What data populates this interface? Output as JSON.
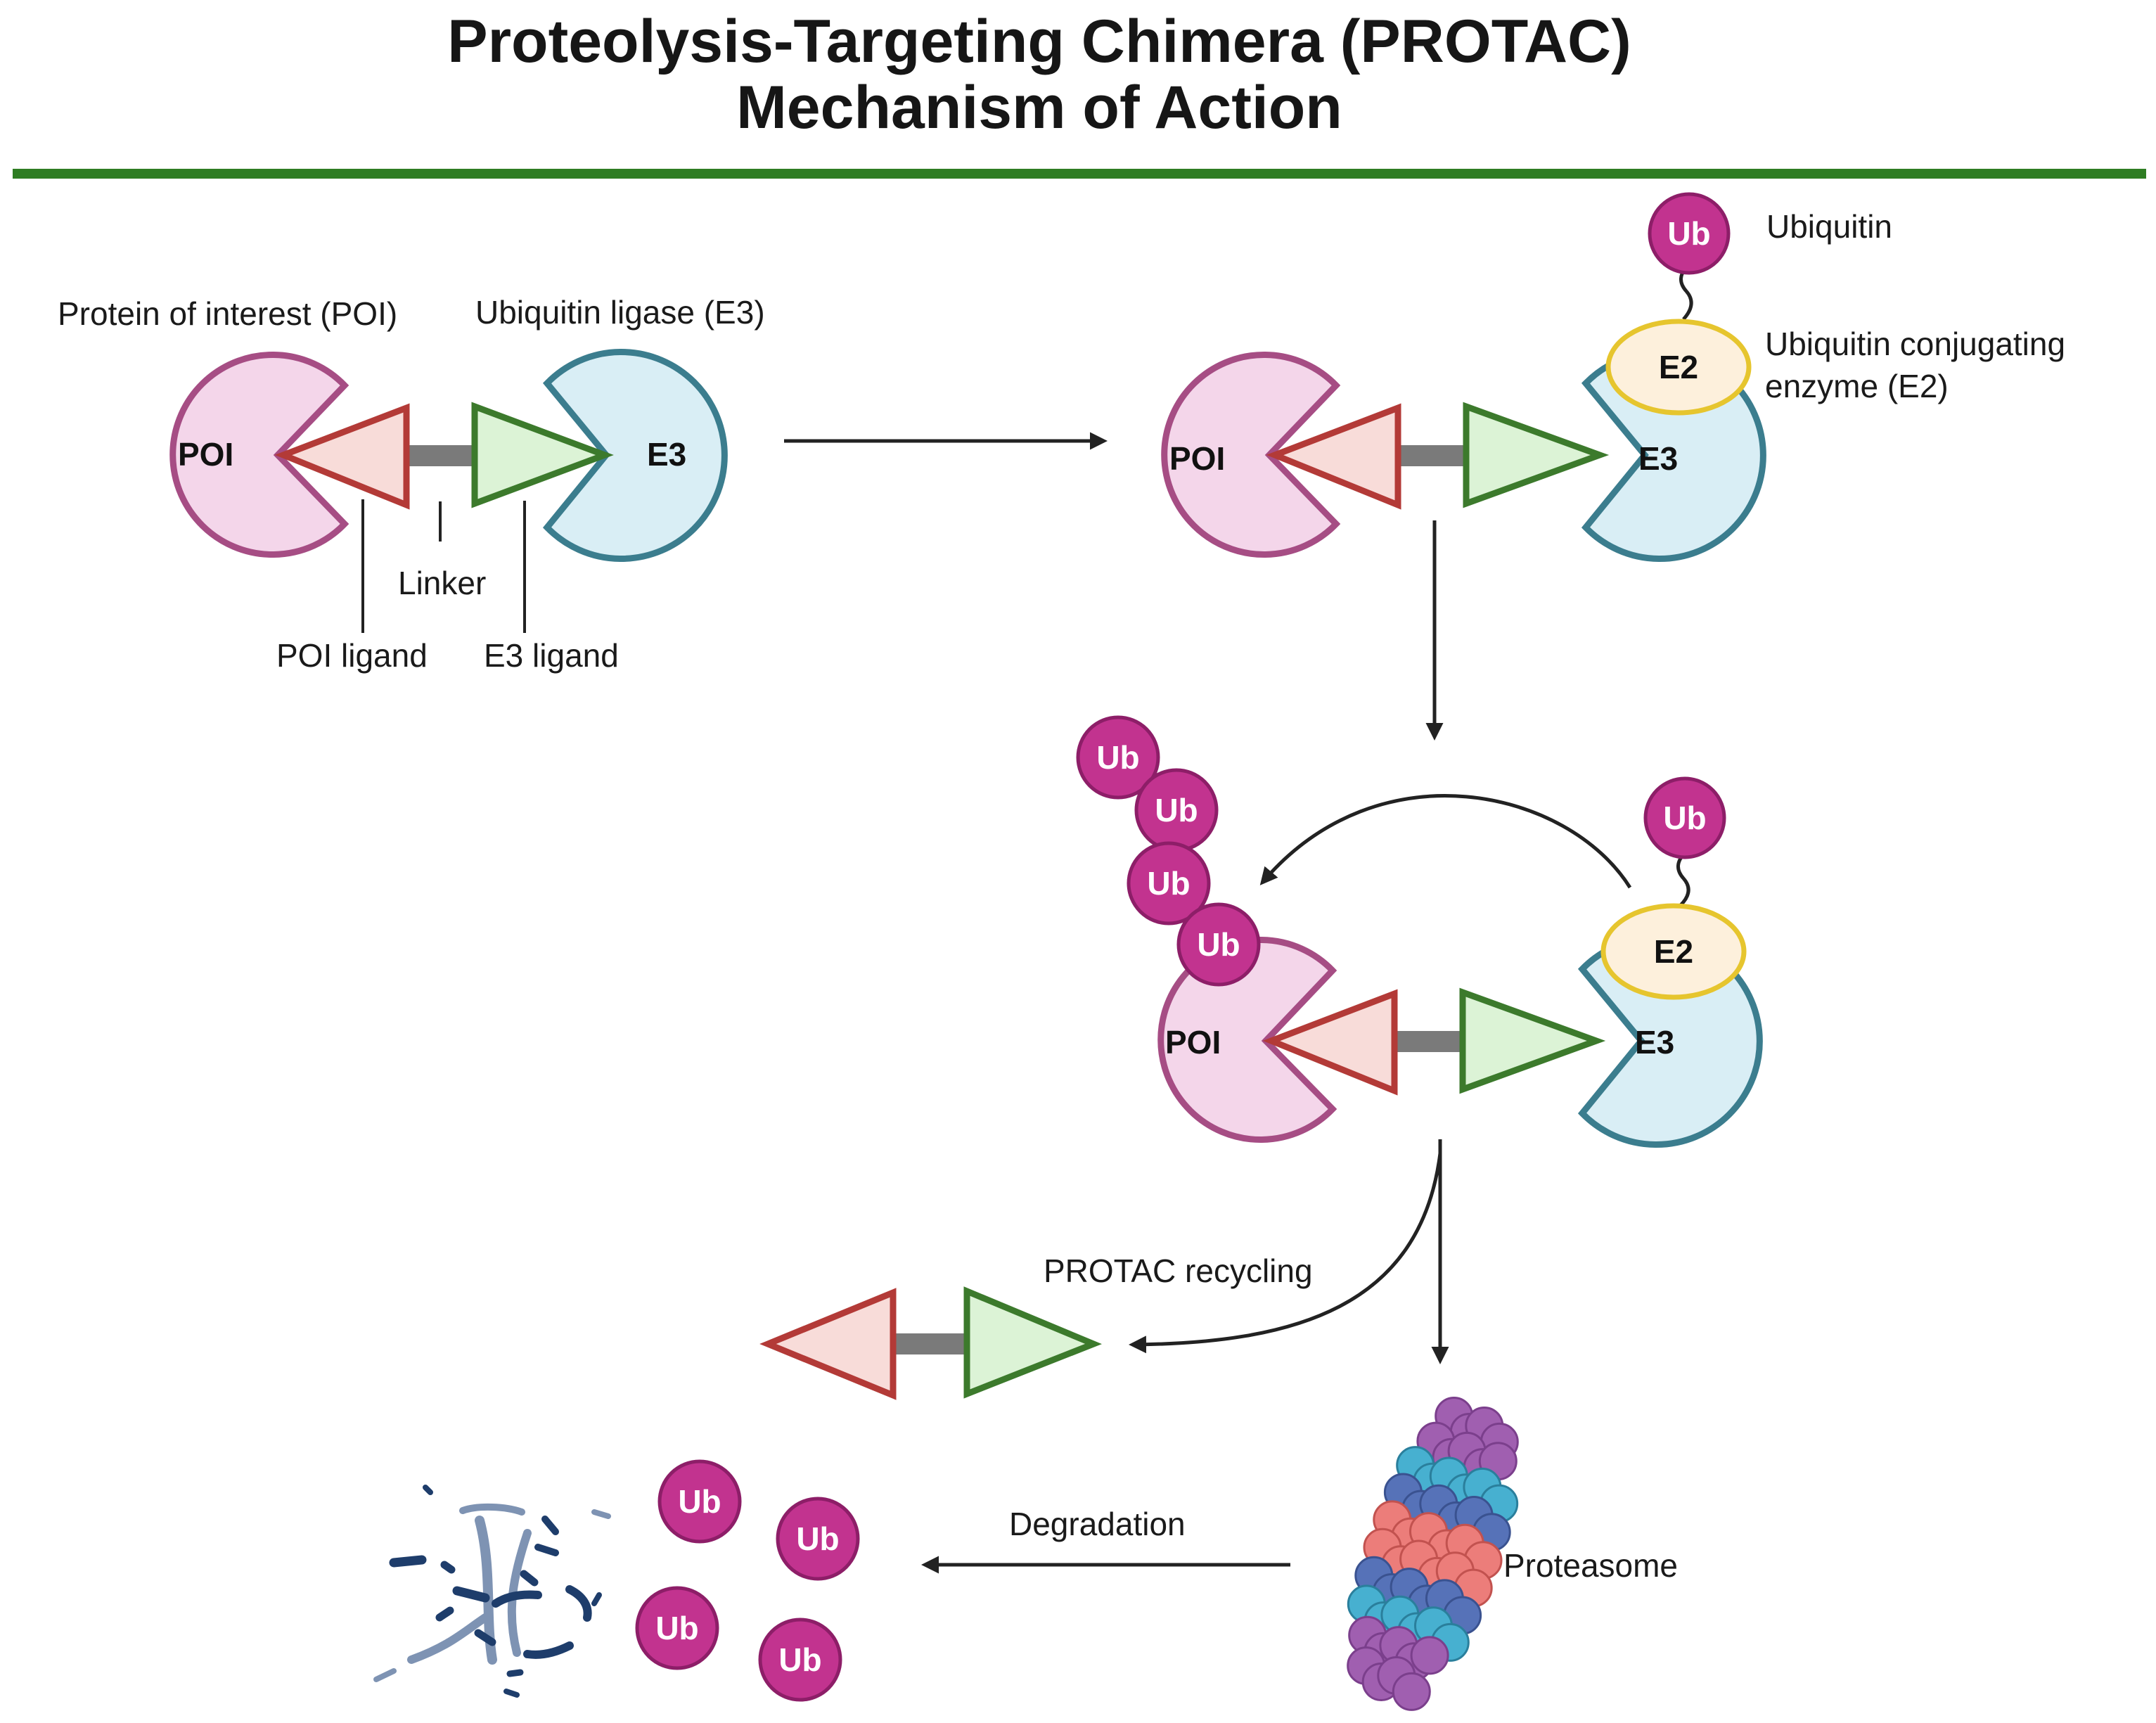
{
  "title": {
    "line1": "Proteolysis-Targeting Chimera (PROTAC)",
    "line2": "Mechanism of Action"
  },
  "colors": {
    "rule_green": "#2e7d23",
    "poi_fill": "#f4d6ea",
    "poi_stroke": "#a64d84",
    "e3_fill": "#d9eef5",
    "e3_stroke": "#3b7d8e",
    "e2_fill": "#fdf0dc",
    "e2_stroke": "#e6c52e",
    "ubiquitin": "#c2338f",
    "poi_ligand_stroke": "#b33a37",
    "e3_ligand_stroke": "#3c7a2c",
    "linker": "#7a7a7a"
  },
  "labels": {
    "protein_of_interest": "Protein of interest (POI)",
    "ubiquitin_ligase": "Ubiquitin ligase (E3)",
    "linker": "Linker",
    "poi_ligand": "POI ligand",
    "e3_ligand": "E3 ligand",
    "ubiquitin": "Ubiquitin",
    "e2_line1": "Ubiquitin conjugating",
    "e2_line2": "enzyme (E2)",
    "protac_recycling": "PROTAC recycling",
    "degradation": "Degradation",
    "proteasome": "Proteasome"
  },
  "molecules": {
    "poi": "POI",
    "e3": "E3",
    "e2": "E2",
    "ub": "Ub"
  }
}
